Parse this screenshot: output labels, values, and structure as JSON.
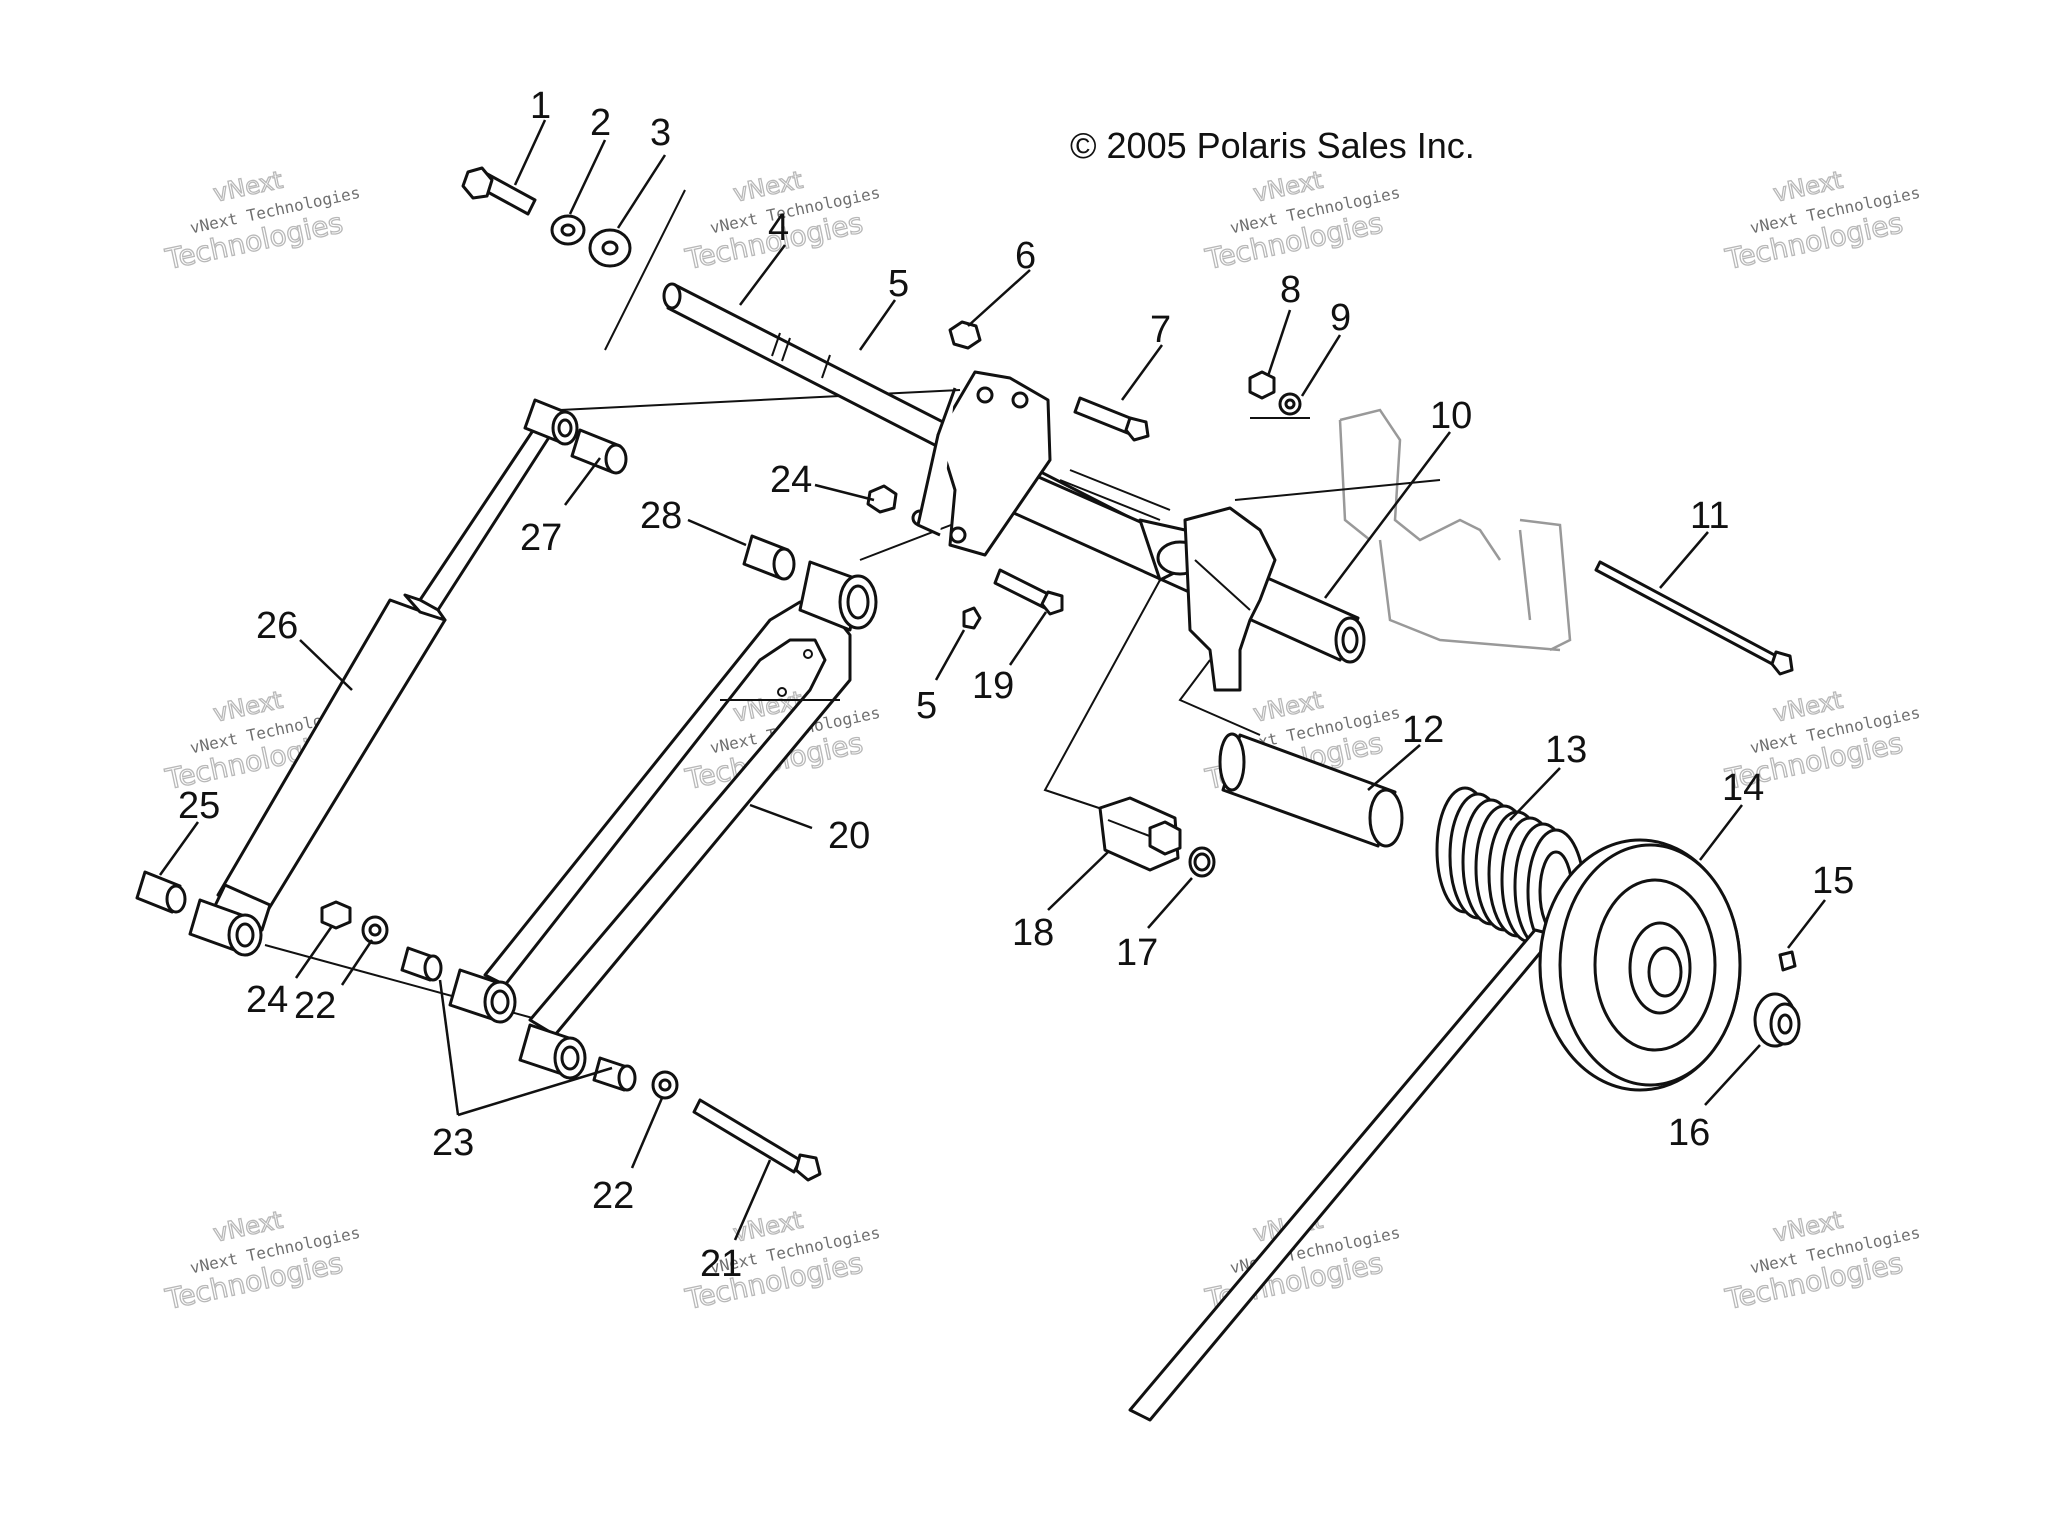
{
  "copyright": "© 2005 Polaris Sales Inc.",
  "watermark": {
    "line1": "vNext Technologies",
    "line2": "Technologies",
    "line0": "vNext"
  },
  "callouts": [
    {
      "id": "c1",
      "label": "1"
    },
    {
      "id": "c2",
      "label": "2"
    },
    {
      "id": "c3",
      "label": "3"
    },
    {
      "id": "c4",
      "label": "4"
    },
    {
      "id": "c5a",
      "label": "5"
    },
    {
      "id": "c5b",
      "label": "5"
    },
    {
      "id": "c6",
      "label": "6"
    },
    {
      "id": "c7",
      "label": "7"
    },
    {
      "id": "c8",
      "label": "8"
    },
    {
      "id": "c9",
      "label": "9"
    },
    {
      "id": "c10",
      "label": "10"
    },
    {
      "id": "c11",
      "label": "11"
    },
    {
      "id": "c12",
      "label": "12"
    },
    {
      "id": "c13",
      "label": "13"
    },
    {
      "id": "c14",
      "label": "14"
    },
    {
      "id": "c15",
      "label": "15"
    },
    {
      "id": "c16",
      "label": "16"
    },
    {
      "id": "c17",
      "label": "17"
    },
    {
      "id": "c18",
      "label": "18"
    },
    {
      "id": "c19",
      "label": "19"
    },
    {
      "id": "c20",
      "label": "20"
    },
    {
      "id": "c21",
      "label": "21"
    },
    {
      "id": "c22a",
      "label": "22"
    },
    {
      "id": "c22b",
      "label": "22"
    },
    {
      "id": "c23",
      "label": "23"
    },
    {
      "id": "c24a",
      "label": "24"
    },
    {
      "id": "c24b",
      "label": "24"
    },
    {
      "id": "c25",
      "label": "25"
    },
    {
      "id": "c26",
      "label": "26"
    },
    {
      "id": "c27",
      "label": "27"
    },
    {
      "id": "c28",
      "label": "28"
    }
  ]
}
